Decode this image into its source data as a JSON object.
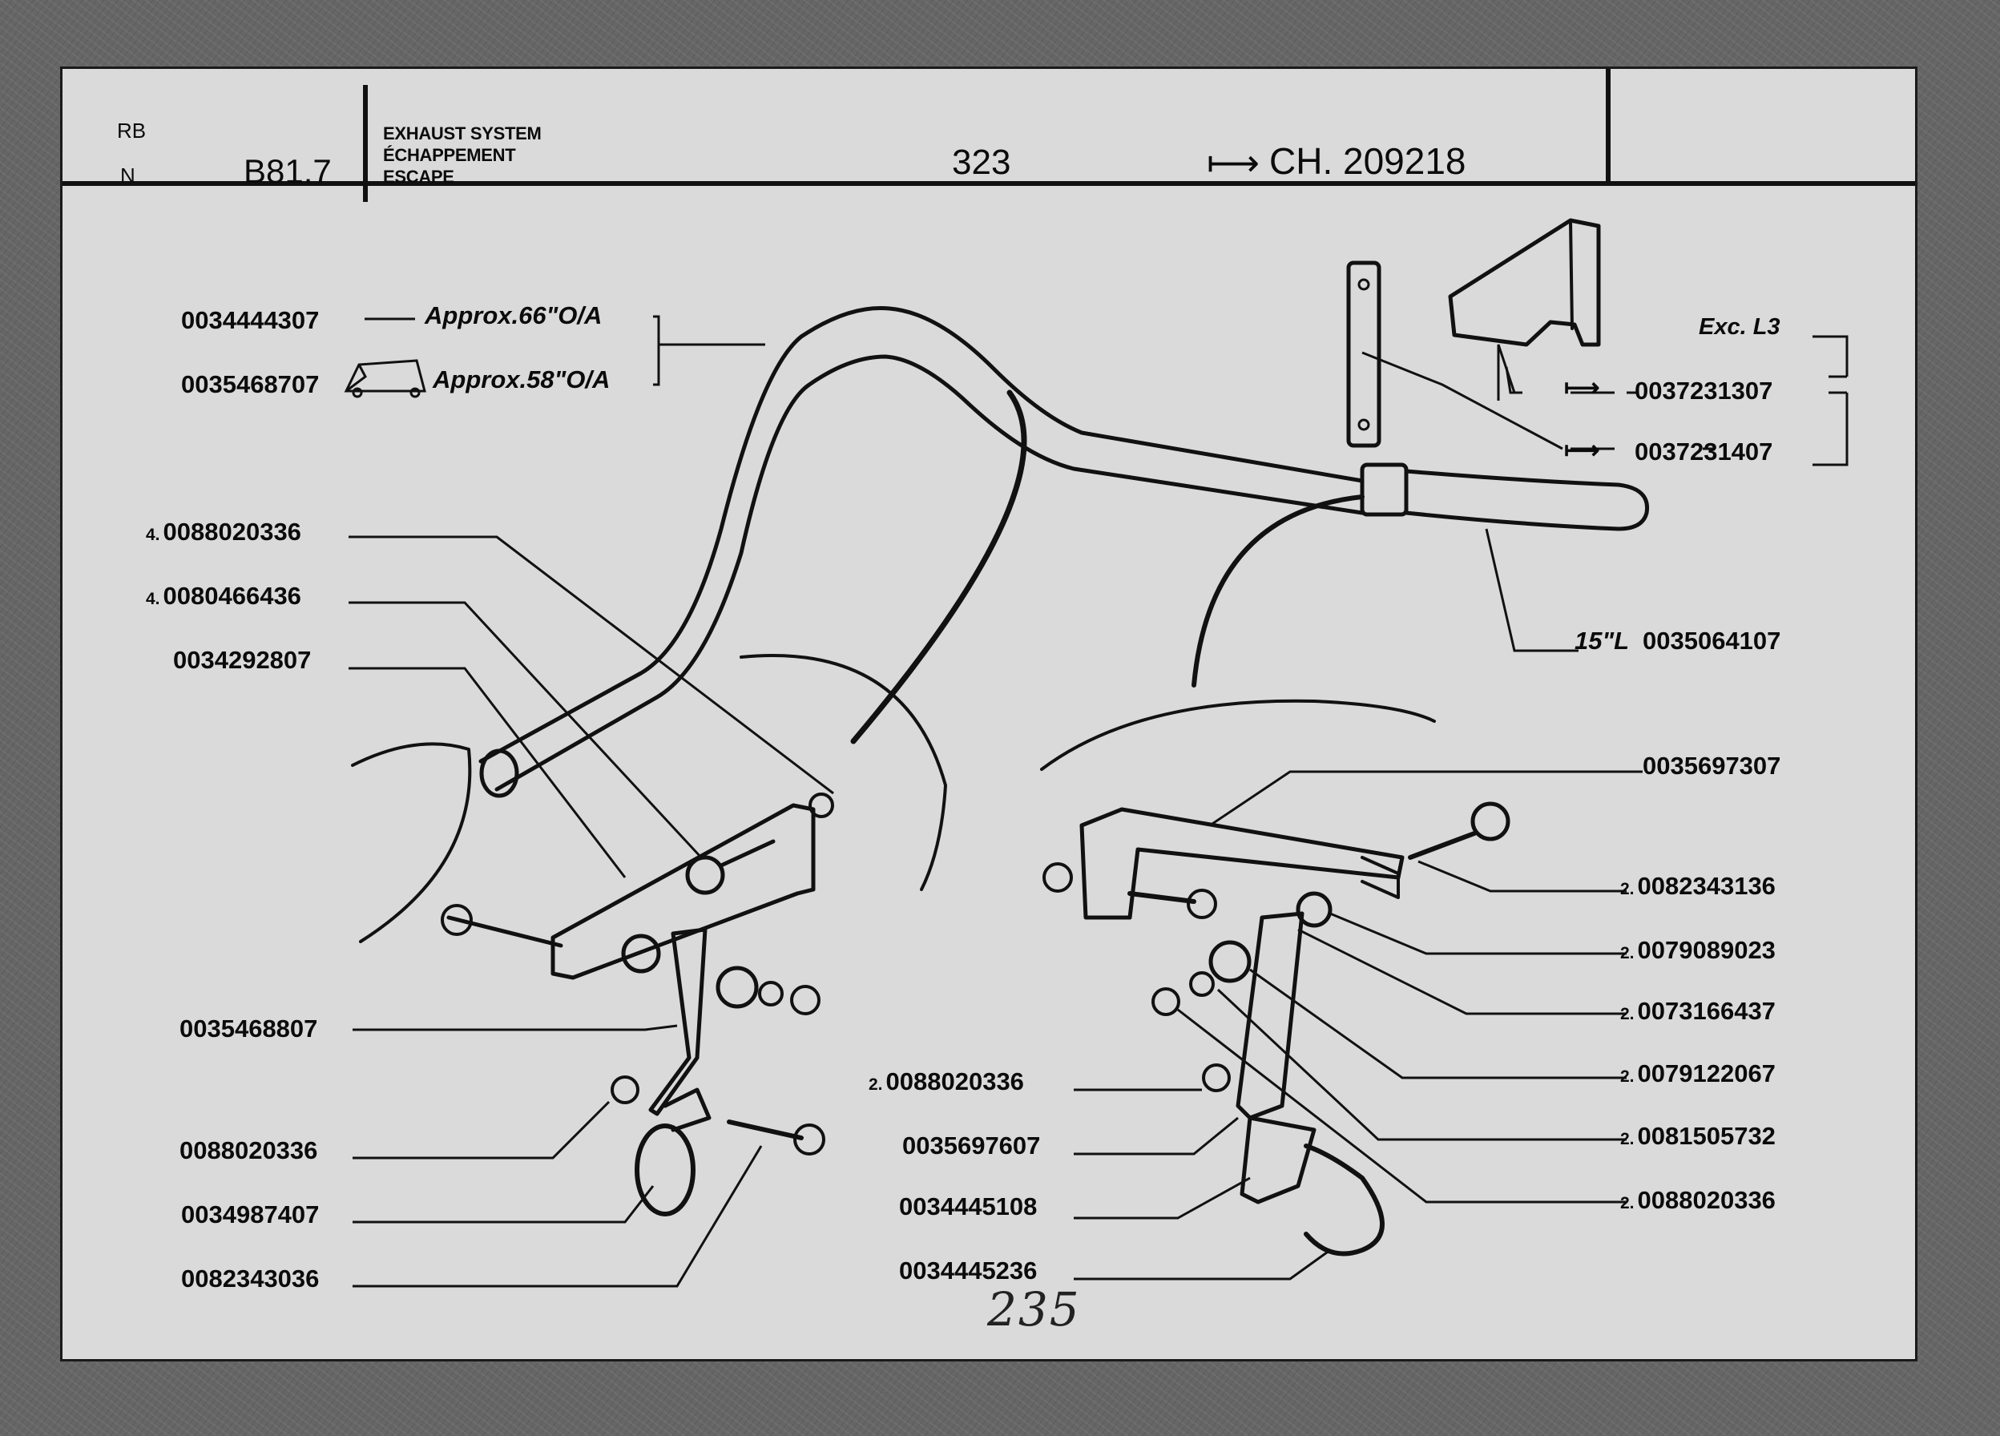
{
  "header": {
    "market_line1": "RB",
    "market_line2": "N",
    "group_code": "B81.7",
    "title_en": "EXHAUST SYSTEM",
    "title_fr": "ÉCHAPPEMENT",
    "title_es": "ESCAPE",
    "page_number": "323",
    "chassis_arrow": "⟼",
    "chassis_ref": "CH. 209218"
  },
  "labels": {
    "pipe_66": {
      "part": "0034444307",
      "dash": "——",
      "note": "Approx.66\"O/A"
    },
    "pipe_58": {
      "part": "0035468707",
      "note": "Approx.58\"O/A"
    },
    "exc_l3": "Exc. L3",
    "bracket_a": {
      "arrow": "⟼",
      "part": "0037231307"
    },
    "bracket_b": {
      "arrow": "⟼",
      "part": "0037231407"
    },
    "hose": {
      "note": "15\"L",
      "part": "0035064107"
    },
    "nut_4": {
      "qty": "4.",
      "part": "0088020336"
    },
    "washer_4": {
      "qty": "4.",
      "part": "0080466436"
    },
    "bolt_left": {
      "part": "0034292807"
    },
    "bracket_left": {
      "part": "0035468807"
    },
    "nut_left": {
      "part": "0088020336"
    },
    "clamp_left": {
      "part": "0034987407"
    },
    "bolt_clamp_left": {
      "part": "0082343036"
    },
    "support_right": {
      "part": "0035697307"
    },
    "bolt_right": {
      "qty": "2.",
      "part": "0082343136"
    },
    "rubber_a": {
      "qty": "2.",
      "part": "0079089023"
    },
    "spacer": {
      "qty": "2.",
      "part": "0073166437"
    },
    "rubber_b": {
      "qty": "2.",
      "part": "0079122067"
    },
    "washer_right": {
      "qty": "2.",
      "part": "0081505732"
    },
    "nut_right": {
      "qty": "2.",
      "part": "0088020336"
    },
    "nut_mid": {
      "qty": "2.",
      "part": "0088020336"
    },
    "bracket_right": {
      "part": "0035697607"
    },
    "plate_right": {
      "part": "0034445108"
    },
    "ubolt_right": {
      "part": "0034445236"
    }
  },
  "handwritten": "235"
}
